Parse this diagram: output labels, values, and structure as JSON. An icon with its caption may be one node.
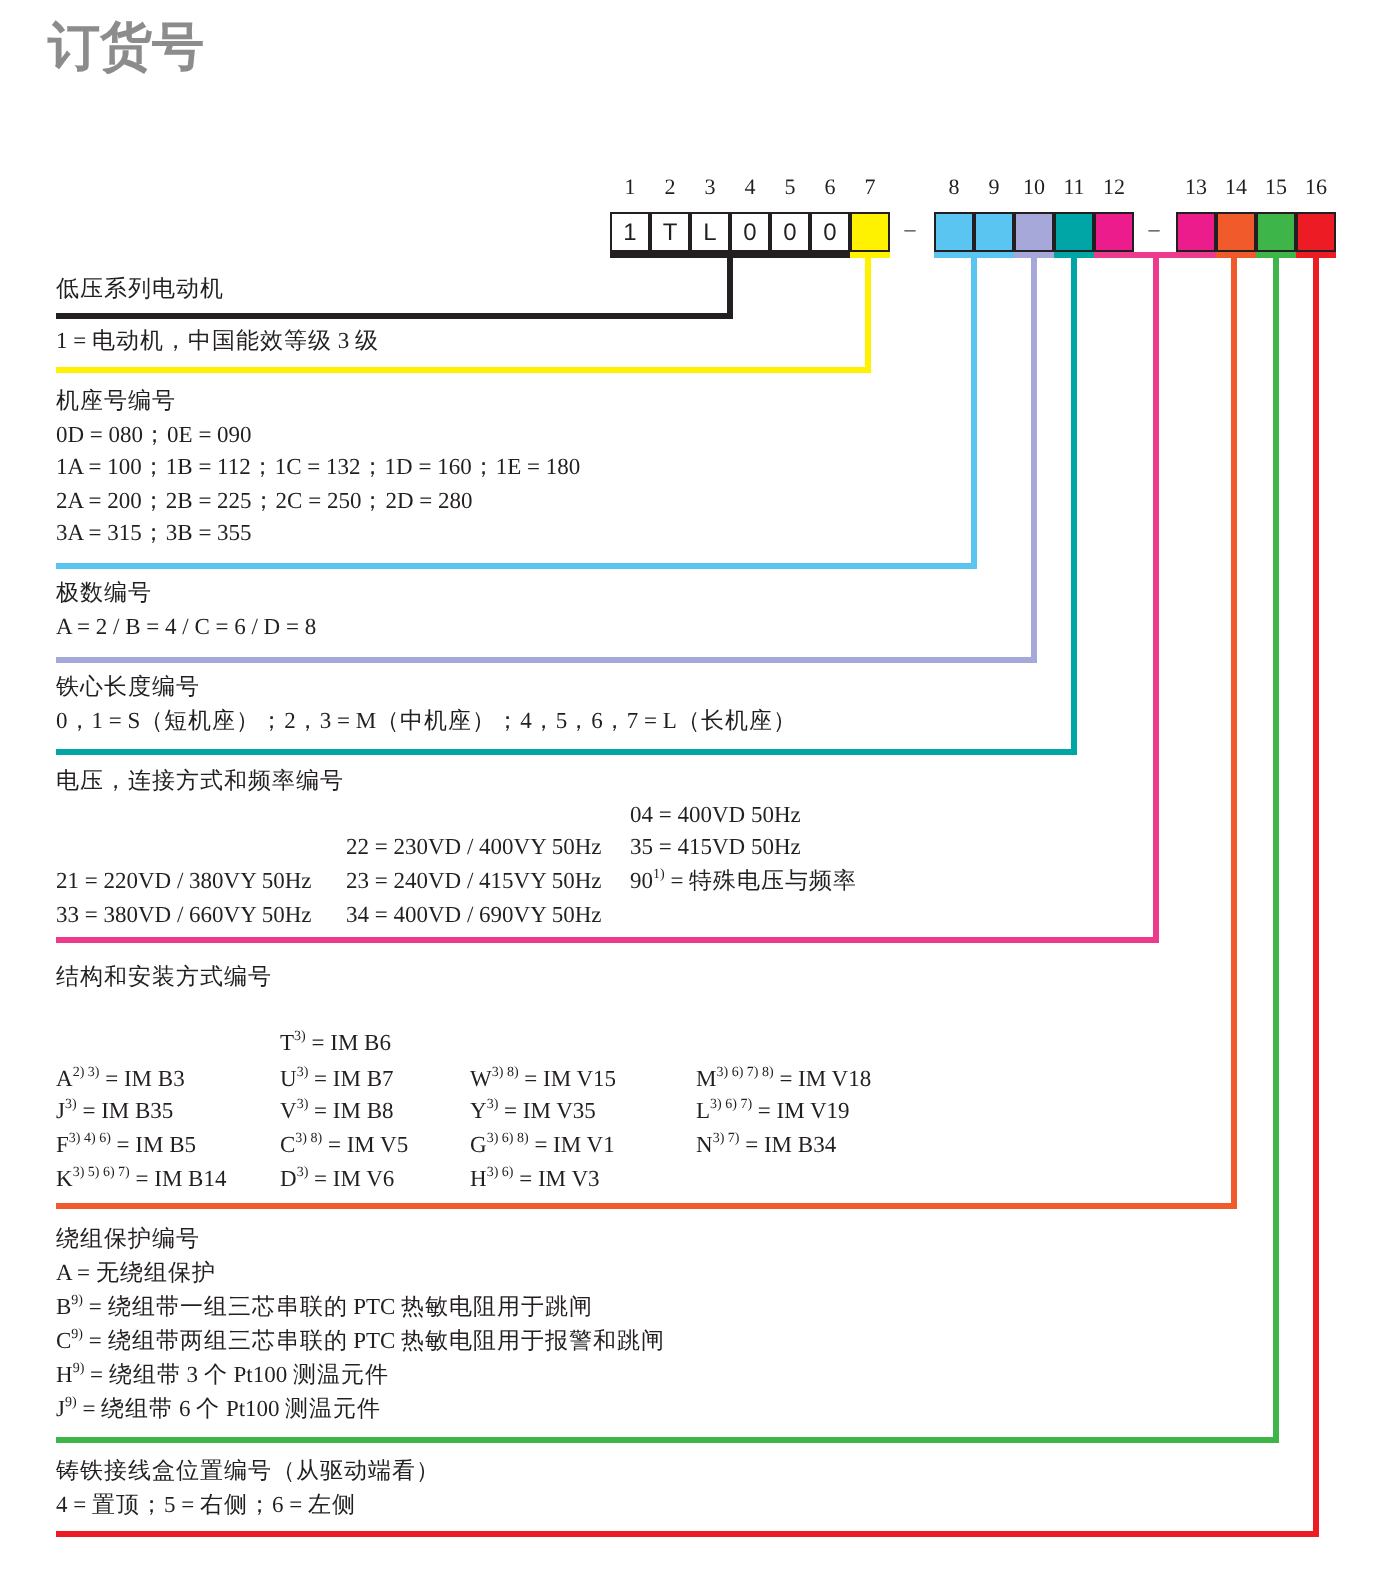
{
  "diagram": {
    "title": "订货号",
    "nodes": [
      {
        "text": [
          "1"
        ]
      },
      {
        "text": [
          "T"
        ]
      },
      {
        "text": [
          "L"
        ]
      },
      {
        "text": [
          "0"
        ]
      },
      {
        "text": [
          "0"
        ]
      },
      {
        "text": [
          "0"
        ]
      },
      {
        "text": [],
        "shape": "box"
      },
      {
        "text": [],
        "shape": "box"
      },
      {
        "text": [],
        "shape": "box"
      },
      {
        "text": [],
        "shape": "box"
      },
      {
        "text": [],
        "shape": "box"
      },
      {
        "text": [],
        "shape": "box"
      },
      {
        "text": [],
        "shape": "box"
      },
      {
        "text": [],
        "shape": "box"
      },
      {
        "text": [],
        "shape": "box"
      },
      {
        "text": [],
        "shape": "box"
      },
      {
        "text": [
          "低压系列电动机"
        ]
      },
      {
        "text": [
          "1 = 电动机，中国能效等级 3 级"
        ]
      },
      {
        "text": [
          "机座号编号",
          "0D = 080；0E = 090",
          "1A = 100；1B = 112；1C = 132；1D = 160；1E = 180",
          "2A = 200；2B = 225；2C = 250；2D = 280",
          "3A = 315；3B = 355"
        ]
      },
      {
        "text": [
          "极数编号",
          "A = 2 / B = 4 / C = 6 / D = 8"
        ]
      },
      {
        "text": [
          "铁心长度编号",
          "0，1 = S（短机座）；2，3 = M（中机座）；4，5，6，7 = L（长机座）"
        ]
      },
      {
        "text": [
          "电压，连接方式和频率编号",
          "04 = 400VD 50Hz",
          "22 = 230VD / 400VY 50Hz",
          "35 = 415VD 50Hz",
          "21 = 220VD / 380VY 50Hz",
          "23 = 240VD / 415VY 50Hz",
          "90$^{1)}$ = 特殊电压与频率",
          "33 = 380VD / 660VY 50Hz",
          "34 = 400VD / 690VY 50Hz"
        ]
      },
      {
        "text": [
          "结构和安装方式编号",
          "T$^{3)}$ = IM B6",
          "A$^{2) 3)}$ = IM B3",
          "U$^{3)}$ = IM B7",
          "W$^{3) 8)}$ = IM V15",
          "M$^{3) 6) 7) 8)}$ = IM V18",
          "J$^{3)}$ = IM B35",
          "V$^{3)}$ = IM B8",
          "Y$^{3)}$ = IM V35",
          "L$^{3) 6) 7)}$ = IM V19",
          "F$^{3) 4) 6)}$ = IM B5",
          "C$^{3) 8)}$ = IM V5",
          "G$^{3) 6) 8)}$ = IM V1",
          "N$^{3) 7)}$ = IM B34",
          "K$^{3) 5) 6) 7)}$ = IM B14",
          "D$^{3)}$ = IM V6",
          "H$^{3) 6)}$ = IM V3"
        ]
      },
      {
        "text": [
          "绕组保护编号",
          "A = 无绕组保护",
          "B$^{9)}$ = 绕组带一组三芯串联的 PTC 热敏电阻用于跳闸",
          "C$^{9)}$ = 绕组带两组三芯串联的 PTC 热敏电阻用于报警和跳闸",
          "H$^{9)}$ = 绕组带 3 个 Pt100 测温元件",
          "J$^{9)}$ = 绕组带 6 个 Pt100 测温元件"
        ]
      },
      {
        "text": [
          "铸铁接线盒位置编号（从驱动端看）",
          "4 = 置顶；5 = 右侧；6 = 左侧"
        ]
      }
    ],
    "edges": [
      {
        "from": 16,
        "to": 0,
        "arrow": "none",
        "color": "#231f20"
      },
      {
        "from": 16,
        "to": 1,
        "arrow": "none",
        "color": "#231f20"
      },
      {
        "from": 16,
        "to": 2,
        "arrow": "none",
        "color": "#231f20"
      },
      {
        "from": 16,
        "to": 3,
        "arrow": "none",
        "color": "#231f20"
      },
      {
        "from": 16,
        "to": 4,
        "arrow": "none",
        "color": "#231f20"
      },
      {
        "from": 16,
        "to": 5,
        "arrow": "none",
        "color": "#231f20"
      },
      {
        "from": 17,
        "to": 6,
        "arrow": "none",
        "color": "#fff200"
      },
      {
        "from": 18,
        "to": 7,
        "arrow": "none",
        "color": "#5bc5f2"
      },
      {
        "from": 18,
        "to": 8,
        "arrow": "none",
        "color": "#5bc5f2"
      },
      {
        "from": 19,
        "to": 9,
        "arrow": "none",
        "color": "#a5a8d8"
      },
      {
        "from": 20,
        "to": 10,
        "arrow": "none",
        "color": "#00a6a6"
      },
      {
        "from": 21,
        "to": 11,
        "arrow": "none",
        "color": "#ee3a8c"
      },
      {
        "from": 21,
        "to": 12,
        "arrow": "none",
        "color": "#ee3a8c"
      },
      {
        "from": 22,
        "to": 13,
        "arrow": "none",
        "color": "#f15a2b"
      },
      {
        "from": 23,
        "to": 14,
        "arrow": "none",
        "color": "#3db549"
      },
      {
        "from": 24,
        "to": 15,
        "arrow": "none",
        "color": "#ed1c24"
      }
    ],
    "labels": [
      "1",
      "2",
      "3",
      "4",
      "5",
      "6",
      "7",
      "–",
      "8",
      "9",
      "10",
      "11",
      "12",
      "–",
      "13",
      "14",
      "15",
      "16"
    ]
  }
}
